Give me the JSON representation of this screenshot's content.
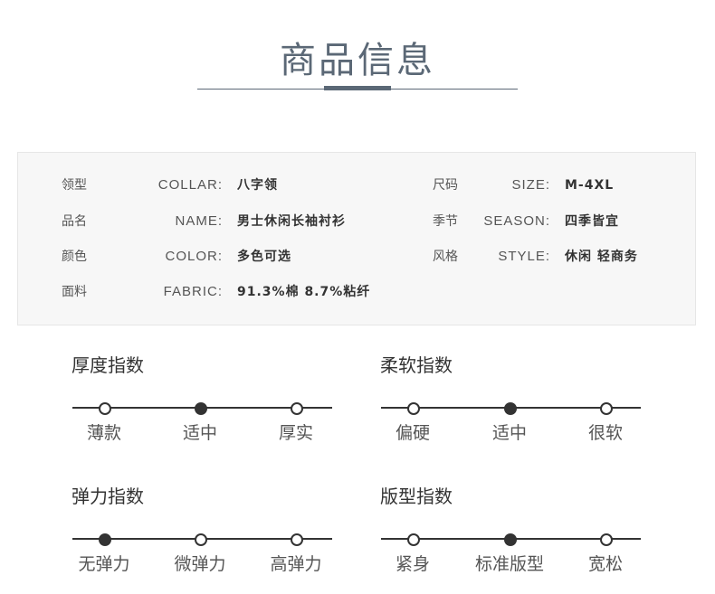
{
  "header": {
    "title": "商品信息"
  },
  "specs": {
    "left": [
      {
        "cn": "领型",
        "en": "COLLAR:",
        "value": "八字领"
      },
      {
        "cn": "品名",
        "en": "NAME:",
        "value": "男士休闲长袖衬衫"
      },
      {
        "cn": "颜色",
        "en": "COLOR:",
        "value": "多色可选"
      },
      {
        "cn": "面料",
        "en": "FABRIC:",
        "value": "91.3%棉 8.7%粘纤"
      }
    ],
    "right": [
      {
        "cn": "尺码",
        "en": "SIZE:",
        "value": "M-4XL"
      },
      {
        "cn": "季节",
        "en": "SEASON:",
        "value": "四季皆宜"
      },
      {
        "cn": "风格",
        "en": "STYLE:",
        "value": "休闲 轻商务"
      }
    ]
  },
  "meters": [
    {
      "title": "厚度指数",
      "options": [
        "薄款",
        "适中",
        "厚实"
      ],
      "selected_index": 1
    },
    {
      "title": "柔软指数",
      "options": [
        "偏硬",
        "适中",
        "很软"
      ],
      "selected_index": 1
    },
    {
      "title": "弹力指数",
      "options": [
        "无弹力",
        "微弹力",
        "高弹力"
      ],
      "selected_index": 0
    },
    {
      "title": "版型指数",
      "options": [
        "紧身",
        "标准版型",
        "宽松"
      ],
      "selected_index": 1
    }
  ]
}
